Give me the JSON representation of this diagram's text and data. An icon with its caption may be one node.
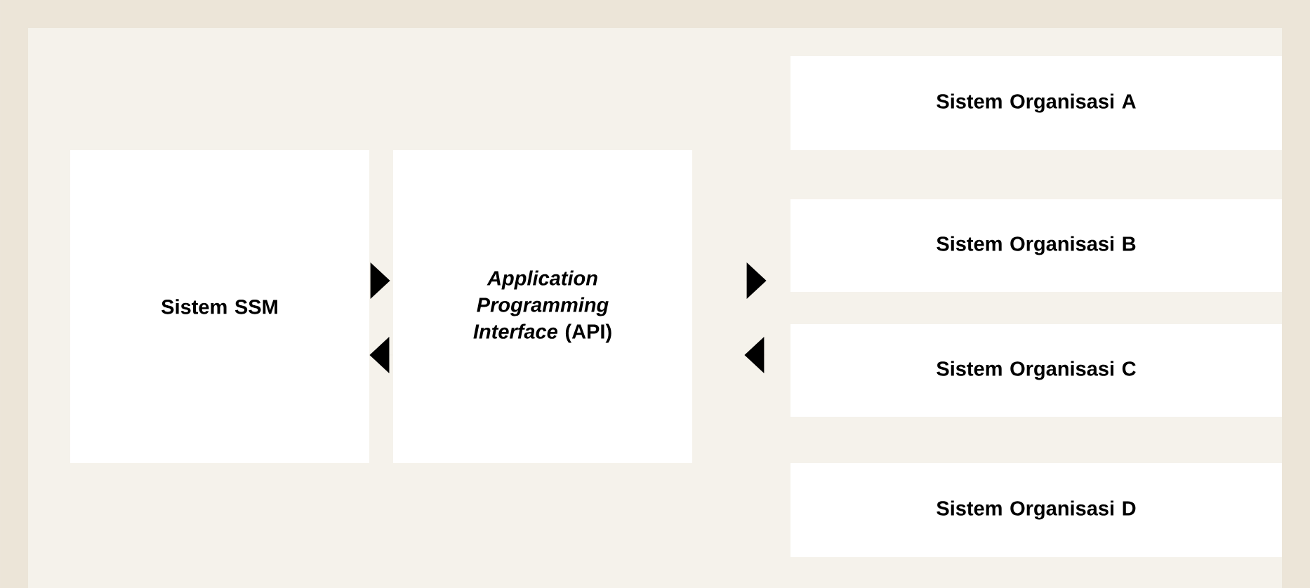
{
  "diagram": {
    "nodes": [
      {
        "text": [
          "Sistem SSM"
        ]
      },
      {
        "text": [
          "*Application Programming Interface* (API)"
        ]
      },
      {
        "text": [
          "Sistem Organisasi A"
        ]
      },
      {
        "text": [
          "Sistem Organisasi B"
        ]
      },
      {
        "text": [
          "Sistem Organisasi C"
        ]
      },
      {
        "text": [
          "Sistem Organisasi D"
        ]
      }
    ],
    "edges": [
      {
        "from": 0,
        "to": 1,
        "arrow": "to"
      },
      {
        "from": 1,
        "to": 0,
        "arrow": "to"
      },
      {
        "from": 1,
        "to": 3,
        "arrow": "to"
      },
      {
        "from": 4,
        "to": 1,
        "arrow": "to"
      }
    ]
  }
}
